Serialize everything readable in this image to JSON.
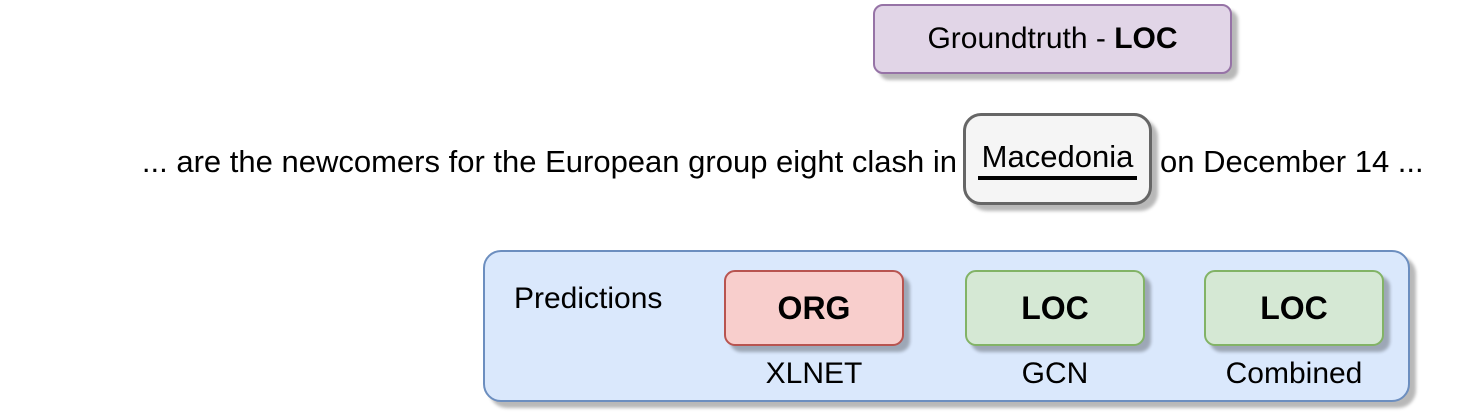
{
  "groundtruth": {
    "prefix": "Groundtruth - ",
    "label": "LOC"
  },
  "sentence": {
    "before": "... are the newcomers for the European group eight clash in",
    "entity": "Macedonia",
    "after": "on December 14 ..."
  },
  "predictions": {
    "title": "Predictions",
    "items": [
      {
        "tag": "ORG",
        "model": "XLNET",
        "fill": "#f8cecc",
        "border": "#b85450"
      },
      {
        "tag": "LOC",
        "model": "GCN",
        "fill": "#d5e8d4",
        "border": "#82b366"
      },
      {
        "tag": "LOC",
        "model": "Combined",
        "fill": "#d5e8d4",
        "border": "#82b366"
      }
    ]
  },
  "colors": {
    "groundtruth_fill": "#e1d5e7",
    "groundtruth_border": "#9673a6",
    "entity_fill": "#f5f5f5",
    "entity_border": "#666666",
    "predictions_fill": "#dae8fc",
    "predictions_border": "#6c8ebf",
    "text": "#000000"
  }
}
